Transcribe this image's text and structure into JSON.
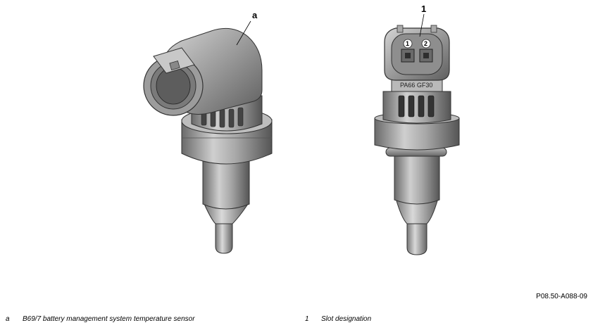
{
  "callouts": {
    "a": "a",
    "one": "1"
  },
  "connector_pins": {
    "pin1": "1",
    "pin2": "2"
  },
  "mold_marking": "PA66  GF30",
  "document_code": "P08.50-A088-09",
  "legend": [
    {
      "key": "a",
      "text": "B69/7 battery management system temperature sensor"
    },
    {
      "key": "1",
      "text": "Slot designation"
    }
  ]
}
